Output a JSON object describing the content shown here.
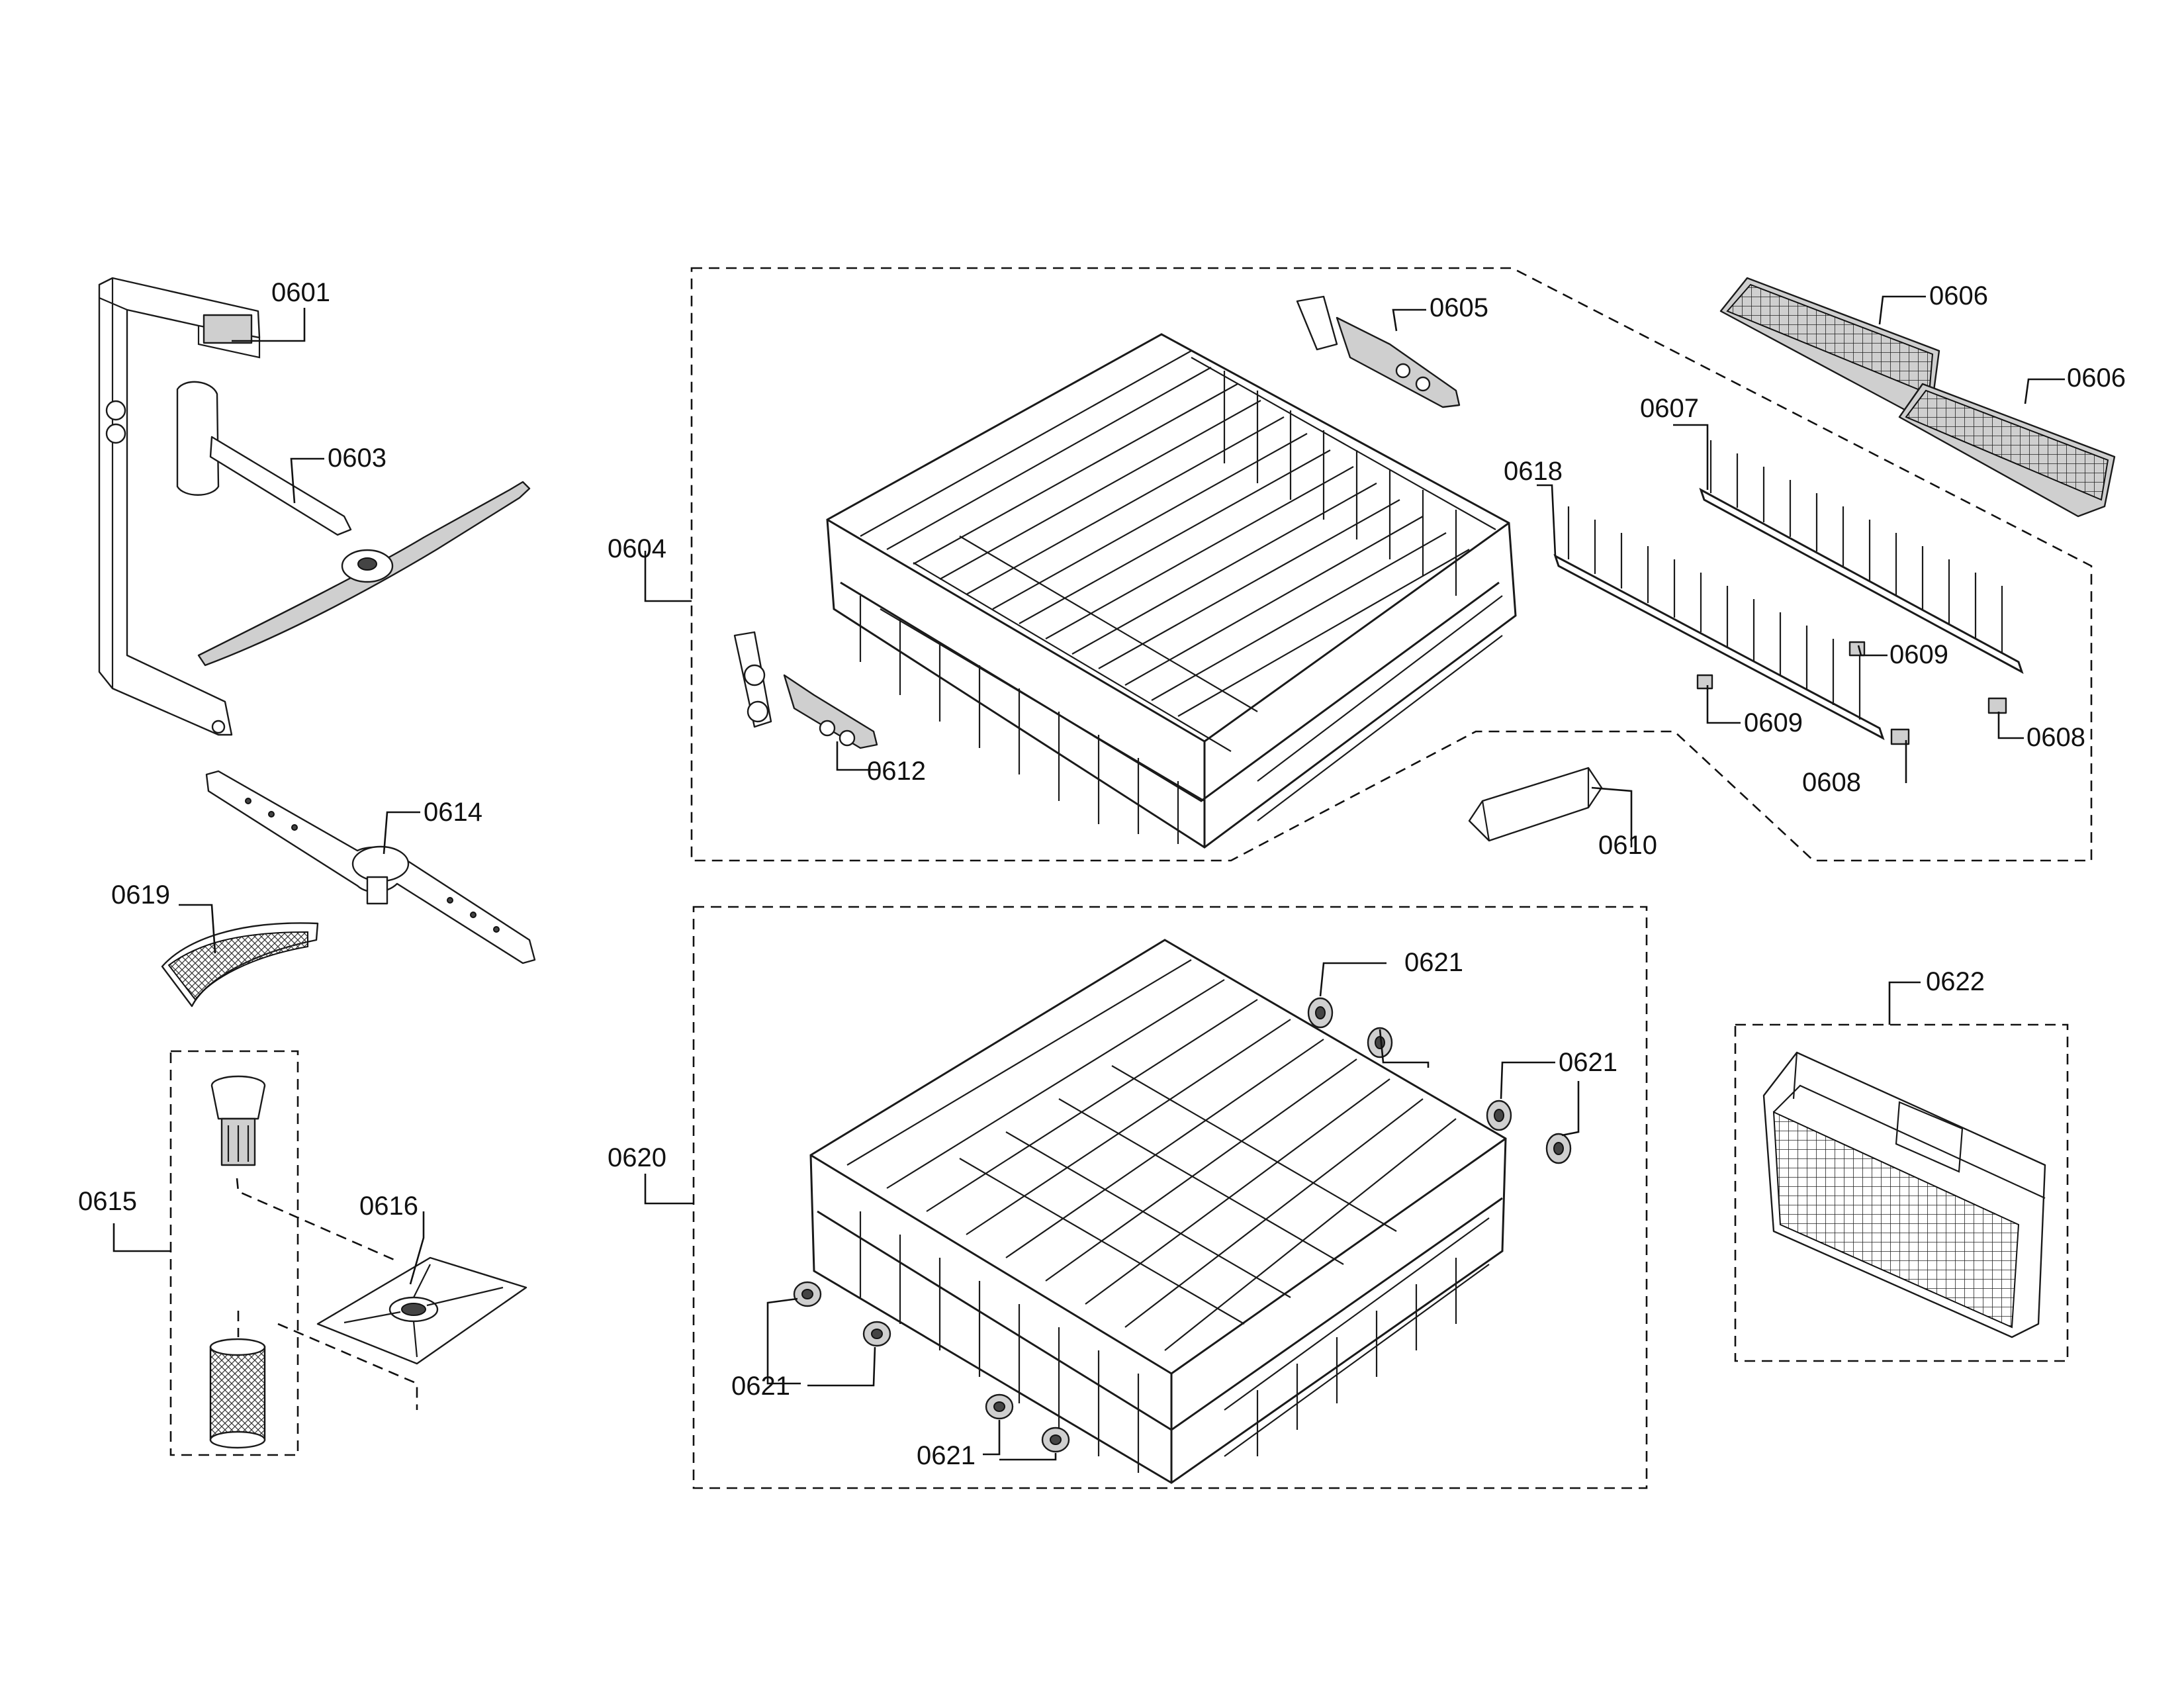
{
  "parts": {
    "p0601": "0601",
    "p0603": "0603",
    "p0604": "0604",
    "p0605": "0605",
    "p0606a": "0606",
    "p0606b": "0606",
    "p0607": "0607",
    "p0608a": "0608",
    "p0608b": "0608",
    "p0609a": "0609",
    "p0609b": "0609",
    "p0610": "0610",
    "p0612": "0612",
    "p0614": "0614",
    "p0615": "0615",
    "p0616": "0616",
    "p0618": "0618",
    "p0619": "0619",
    "p0620": "0620",
    "p0621a": "0621",
    "p0621b": "0621",
    "p0621c": "0621",
    "p0621d": "0621",
    "p0622": "0622"
  }
}
